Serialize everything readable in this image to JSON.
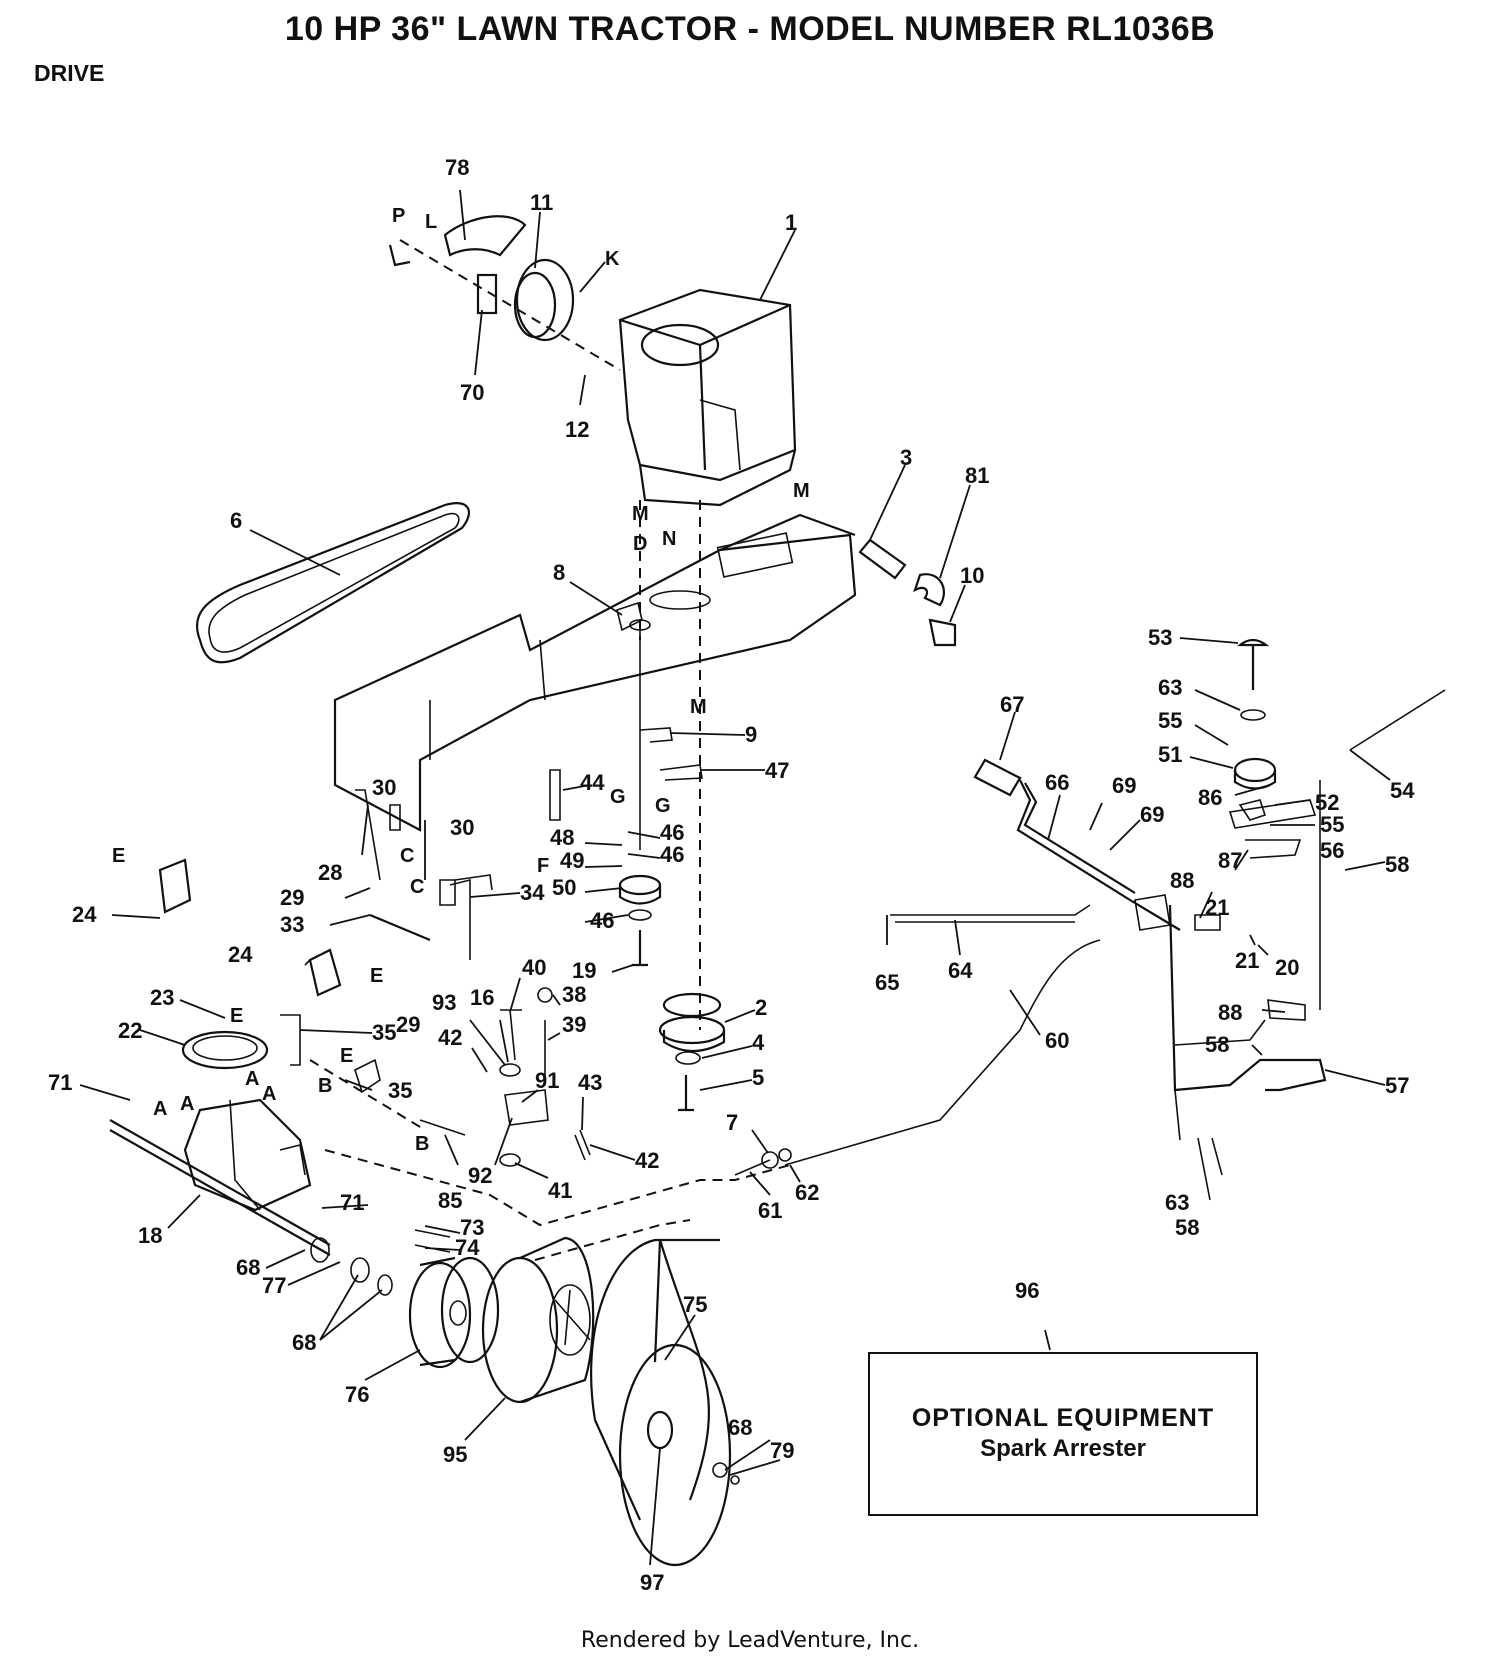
{
  "header": {
    "title": "10 HP 36\" LAWN TRACTOR - MODEL NUMBER RL1036B",
    "section": "DRIVE"
  },
  "optional_box": {
    "line1": "OPTIONAL EQUIPMENT",
    "line2": "Spark Arrester"
  },
  "footer": {
    "credit": "Rendered by LeadVenture, Inc."
  },
  "callouts": [
    "78",
    "11",
    "1",
    "K",
    "P",
    "L",
    "70",
    "12",
    "3",
    "81",
    "10",
    "6",
    "8",
    "D",
    "M",
    "N",
    "9",
    "47",
    "44",
    "G",
    "48",
    "46",
    "49",
    "50",
    "19",
    "F",
    "30",
    "C",
    "28",
    "29",
    "33",
    "34",
    "E",
    "24",
    "23",
    "22",
    "35",
    "B",
    "71",
    "A",
    "18",
    "68",
    "77",
    "40",
    "16",
    "93",
    "38",
    "39",
    "42",
    "43",
    "91",
    "92",
    "85",
    "41",
    "2",
    "4",
    "5",
    "7",
    "62",
    "61",
    "73",
    "74",
    "76",
    "95",
    "75",
    "79",
    "97",
    "96",
    "53",
    "63",
    "55",
    "51",
    "86",
    "52",
    "54",
    "56",
    "58",
    "67",
    "66",
    "69",
    "87",
    "88",
    "21",
    "20",
    "65",
    "64",
    "60",
    "57"
  ]
}
